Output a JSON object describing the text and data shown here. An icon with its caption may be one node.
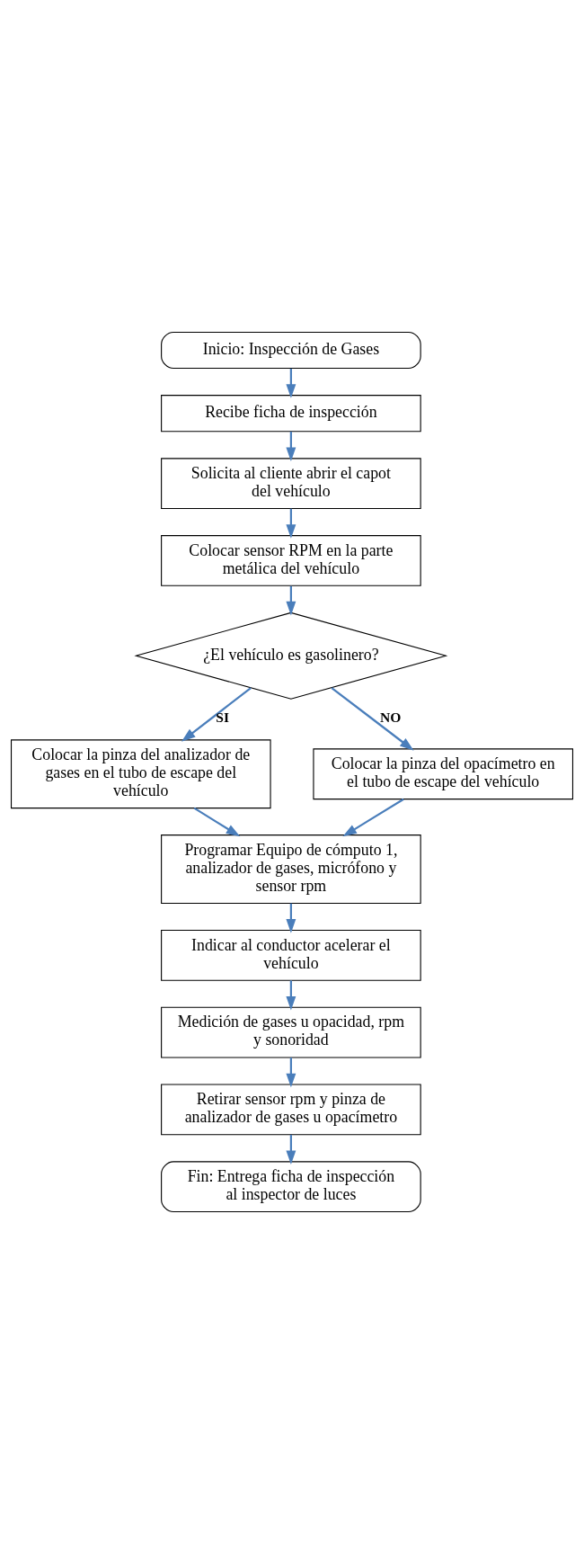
{
  "diagram": {
    "nodes": [
      {
        "text": [
          "Inicio: Inspección de Gases"
        ]
      },
      {
        "text": [
          "Recibe ficha de inspección"
        ]
      },
      {
        "text": [
          "Solicita al cliente abrir el capot del vehículo"
        ]
      },
      {
        "text": [
          "Colocar sensor RPM en la parte metálica del vehículo"
        ]
      },
      {
        "text": [
          "¿El vehículo es gasolinero?"
        ]
      },
      {
        "text": [
          "Colocar la pinza del analizador de gases en el tubo de escape del vehículo"
        ]
      },
      {
        "text": [
          "Colocar la pinza del opacímetro en el tubo de escape del vehículo"
        ]
      },
      {
        "text": [
          "Programar Equipo de cómputo 1, analizador de gases, micrófono y sensor rpm"
        ]
      },
      {
        "text": [
          "Indicar al conductor acelerar el vehículo"
        ]
      },
      {
        "text": [
          "Medición de gases u opacidad, rpm y sonoridad"
        ]
      },
      {
        "text": [
          "Retirar sensor rpm y pinza de analizador de gases u opacímetro"
        ]
      },
      {
        "text": [
          "Fin: Entrega ficha de inspección al inspector de luces"
        ]
      }
    ],
    "edges": [
      {
        "from": 0,
        "to": 1,
        "arrow": "to"
      },
      {
        "from": 1,
        "to": 2,
        "arrow": "to"
      },
      {
        "from": 2,
        "to": 3,
        "arrow": "to"
      },
      {
        "from": 3,
        "to": 4,
        "arrow": "to"
      },
      {
        "from": 4,
        "to": 5,
        "arrow": "to",
        "label": "SI"
      },
      {
        "from": 4,
        "to": 6,
        "arrow": "to",
        "label": "NO"
      },
      {
        "from": 5,
        "to": 7,
        "arrow": "to"
      },
      {
        "from": 6,
        "to": 7,
        "arrow": "to"
      },
      {
        "from": 7,
        "to": 8,
        "arrow": "to"
      },
      {
        "from": 8,
        "to": 9,
        "arrow": "to"
      },
      {
        "from": 9,
        "to": 10,
        "arrow": "to"
      },
      {
        "from": 10,
        "to": 11,
        "arrow": "to"
      }
    ]
  }
}
